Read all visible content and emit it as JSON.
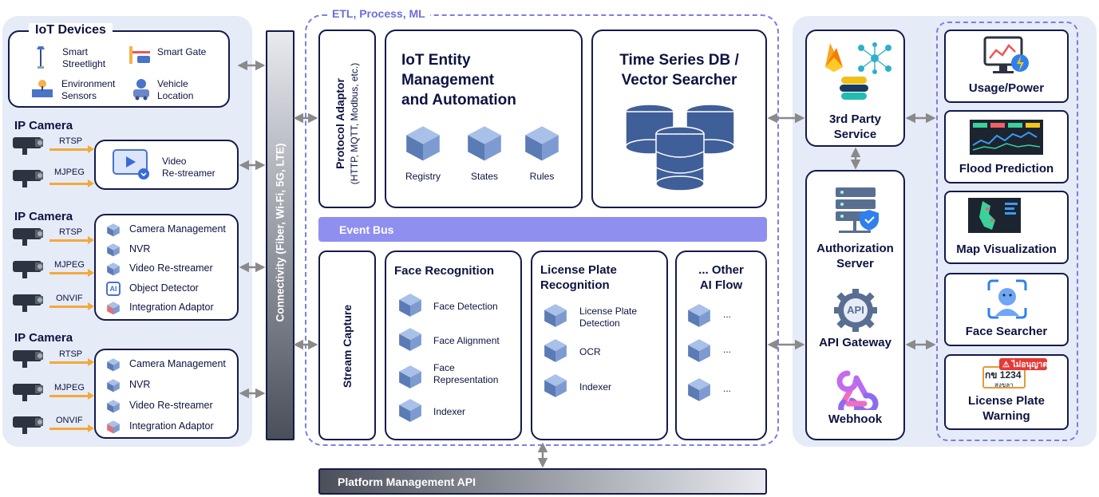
{
  "left": {
    "iot": {
      "title": "IoT Devices",
      "items": [
        "Smart Streetlight",
        "Smart Gate",
        "Environment Sensors",
        "Vehicle Location"
      ],
      "items_lines": [
        [
          "Smart",
          "Streetlight"
        ],
        [
          "Smart Gate"
        ],
        [
          "Environment",
          "Sensors"
        ],
        [
          "Vehicle",
          "Location"
        ]
      ]
    },
    "cam1": {
      "title": "IP Camera",
      "protocols": [
        "RTSP",
        "MJPEG"
      ],
      "service_lines": [
        "Video",
        "Re-streamer"
      ]
    },
    "cam2": {
      "title": "IP Camera",
      "protocols": [
        "RTSP",
        "MJPEG",
        "ONVIF"
      ],
      "services": [
        "Camera Management",
        "NVR",
        "Video Re-streamer",
        "Object Detector",
        "Integration Adaptor"
      ]
    },
    "cam3": {
      "title": "IP Camera",
      "protocols": [
        "RTSP",
        "MJPEG",
        "ONVIF"
      ],
      "services": [
        "Camera Management",
        "NVR",
        "Video Re-streamer",
        "Integration Adaptor"
      ]
    }
  },
  "connectivity": "Connectivity (Fiber, Wi-Fi, 5G, LTE)",
  "etl": {
    "title": "ETL, Process, ML",
    "protocol_adaptor": {
      "title": "Protocol Adaptor",
      "subtitle": "(HTTP, MQTT, Modbus, etc.)"
    },
    "iot_entity": {
      "title_lines": [
        "IoT Entity",
        "Management",
        "and Automation"
      ],
      "items": [
        "Registry",
        "States",
        "Rules"
      ]
    },
    "timeseries": {
      "title_lines": [
        "Time Series DB /",
        "Vector Searcher"
      ]
    },
    "event_bus": "Event Bus",
    "stream_capture": "Stream Capture",
    "face": {
      "title": "Face Recognition",
      "items": [
        "Face Detection",
        "Face Alignment",
        "Face Representation",
        "Indexer"
      ],
      "items_lines": [
        [
          "Face Detection"
        ],
        [
          "Face Alignment"
        ],
        [
          "Face",
          "Representation"
        ],
        [
          "Indexer"
        ]
      ]
    },
    "lpr": {
      "title_lines": [
        "License Plate",
        "Recognition"
      ],
      "items": [
        "License Plate Detection",
        "OCR",
        "Indexer"
      ],
      "items_lines": [
        [
          "License Plate",
          "Detection"
        ],
        [
          "OCR"
        ],
        [
          "Indexer"
        ]
      ]
    },
    "other": {
      "title_lines": [
        "... Other",
        "AI Flow"
      ],
      "items": [
        "...",
        "...",
        "..."
      ]
    }
  },
  "platform_api": "Platform Management API",
  "right": {
    "third_party": {
      "title_lines": [
        "3rd Party",
        "Service"
      ]
    },
    "auth": {
      "title_lines": [
        "Authorization",
        "Server"
      ]
    },
    "api_gateway": {
      "title": "API Gateway",
      "icon_text": "API"
    },
    "webhook": {
      "title": "Webhook"
    },
    "apps": [
      {
        "title": "Usage/Power",
        "title_lines": [
          "Usage/Power"
        ]
      },
      {
        "title": "Flood Prediction",
        "title_lines": [
          "Flood Prediction"
        ]
      },
      {
        "title": "Map Visualization",
        "title_lines": [
          "Map Visualization"
        ]
      },
      {
        "title": "Face Searcher",
        "title_lines": [
          "Face Searcher"
        ]
      },
      {
        "title": "License Plate Warning",
        "title_lines": [
          "License Plate",
          "Warning"
        ],
        "plate_text": "กข 1234",
        "plate_sub": "สงขลา",
        "warn_badge": "ไม่อนุญาต"
      }
    ]
  },
  "colors": {
    "navy": "#141a4a",
    "accent": "#7b7fe0",
    "event_bus": "#8f8ff0",
    "panel": "#e6ebf8",
    "orange": "#f3a93a",
    "cube": "#5b7bb5"
  }
}
